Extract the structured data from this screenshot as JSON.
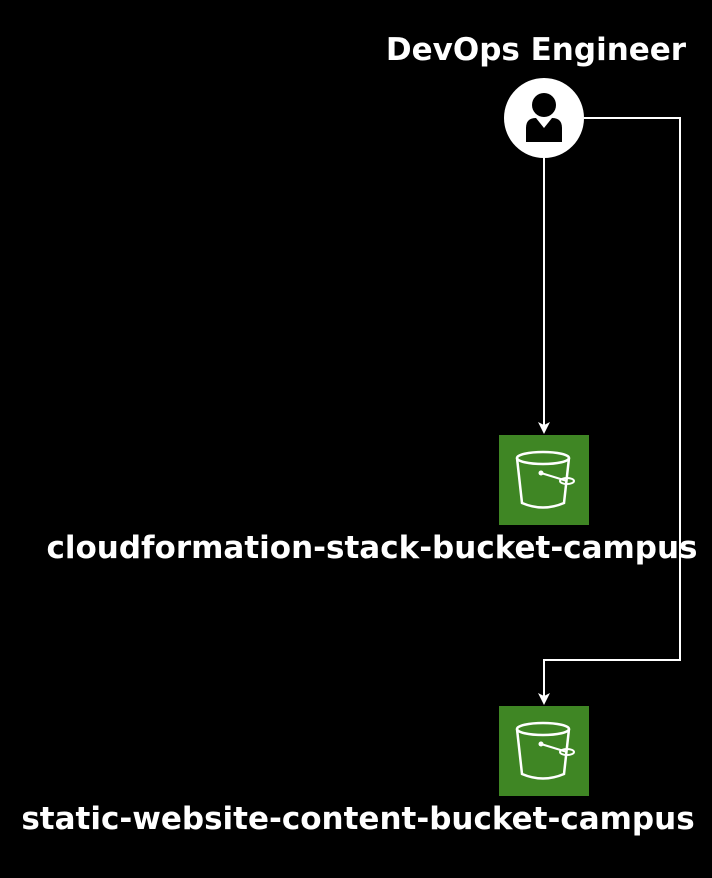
{
  "colors": {
    "background": "#000000",
    "line": "#ffffff",
    "bucket_fill": "#3f8624",
    "bucket_icon": "#ffffff"
  },
  "nodes": {
    "actor": {
      "label": "DevOps Engineer",
      "icon": "user-icon"
    },
    "bucket1": {
      "label": "cloudformation-stack-bucket-campus",
      "icon": "s3-bucket-icon"
    },
    "bucket2": {
      "label": "static-website-content-bucket-campus",
      "icon": "s3-bucket-icon"
    }
  }
}
